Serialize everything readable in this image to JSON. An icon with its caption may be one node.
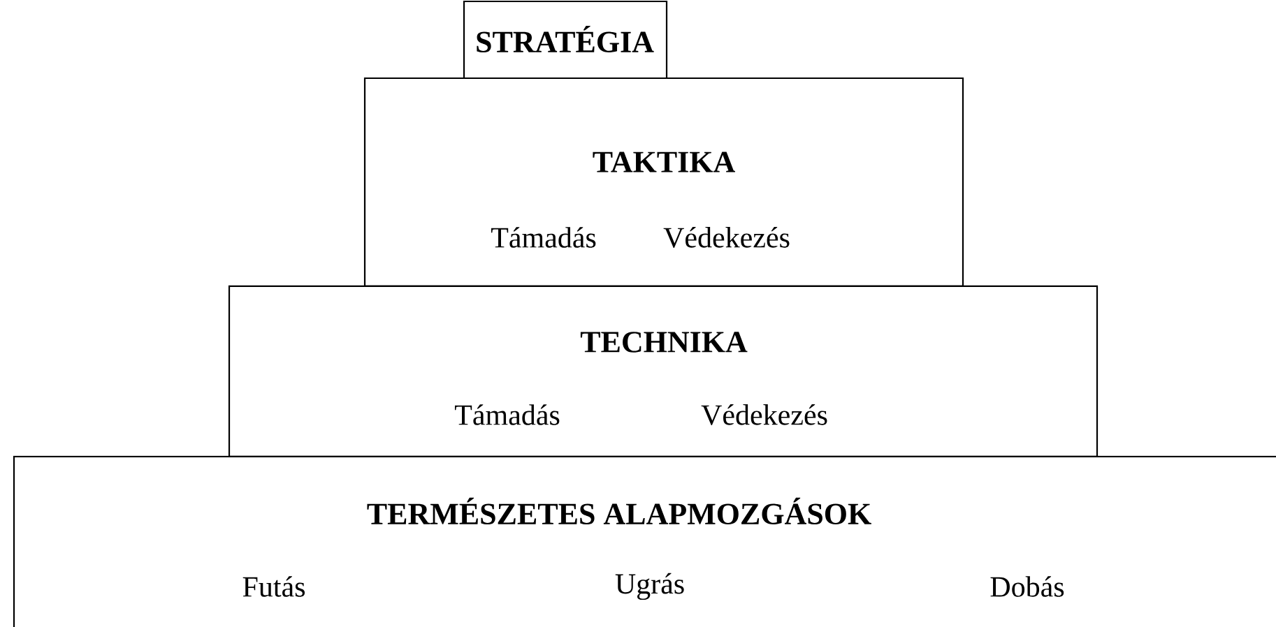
{
  "diagram": {
    "nodes": [
      {
        "text": [
          "STRATÉGIA"
        ]
      },
      {
        "text": [
          "TAKTIKA",
          "Támadás",
          "Védekezés"
        ]
      },
      {
        "text": [
          "TECHNIKA",
          "Támadás",
          "Védekezés"
        ]
      },
      {
        "text": [
          "TERMÉSZETES ALAPMOZGÁSOK",
          "Futás",
          "Ugrás",
          "Dobás"
        ]
      }
    ]
  }
}
